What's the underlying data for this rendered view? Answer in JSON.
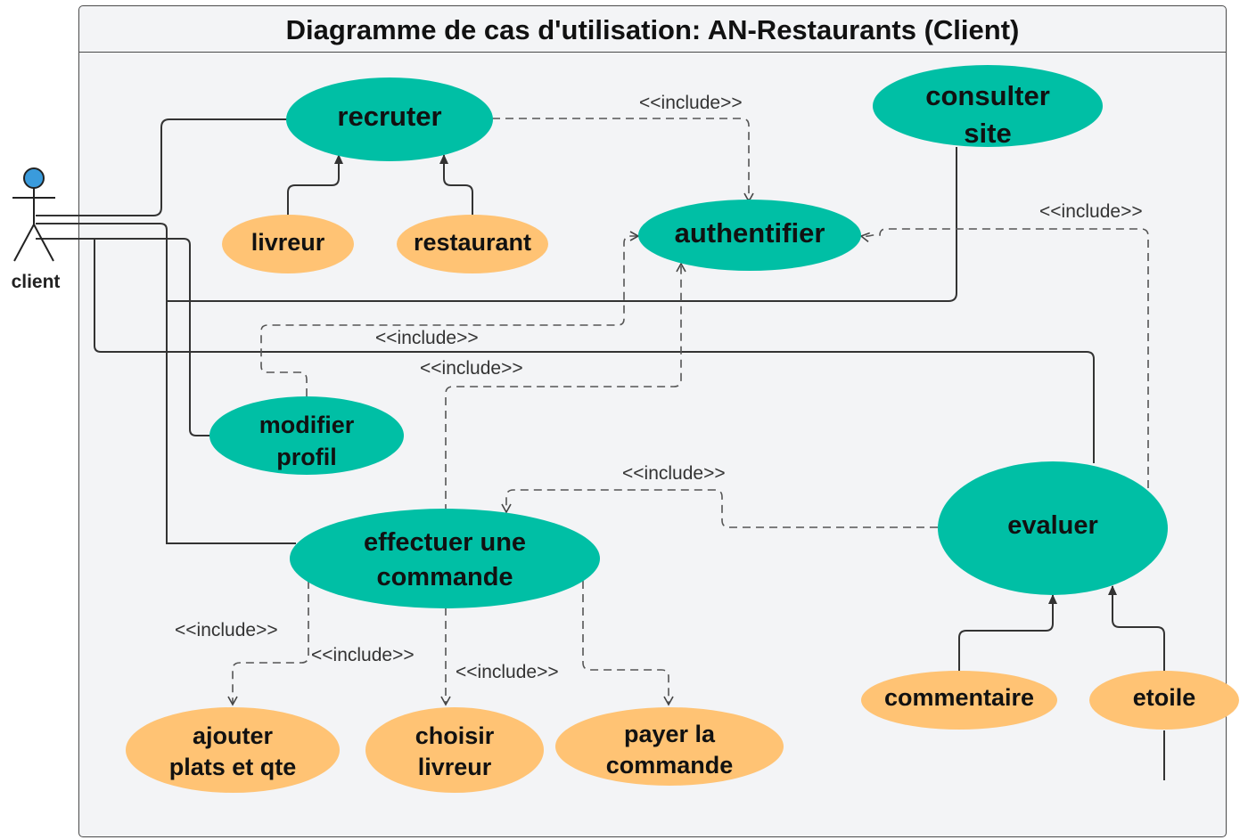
{
  "diagram": {
    "title": "Diagramme de cas d'utilisation: AN-Restaurants (Client)",
    "actor": {
      "label": "client"
    },
    "include_label": "<<include>>",
    "use_cases": {
      "recruter": [
        "recruter"
      ],
      "consulter": [
        "consulter",
        "site"
      ],
      "authentifier": [
        "authentifier"
      ],
      "livreur": [
        "livreur"
      ],
      "restaurant": [
        "restaurant"
      ],
      "modifier": [
        "modifier",
        "profil"
      ],
      "commande": [
        "effectuer une",
        "commande"
      ],
      "evaluer": [
        "evaluer"
      ],
      "commentaire": [
        "commentaire"
      ],
      "etoile": [
        "etoile"
      ],
      "ajouter": [
        "ajouter",
        "plats et qte"
      ],
      "choisir": [
        "choisir",
        "livreur"
      ],
      "payer": [
        "payer la",
        "commande"
      ]
    },
    "colors": {
      "use_case_primary": "#00bfa5",
      "use_case_secondary": "#ffc374",
      "actor_head": "#3a9bdc",
      "frame_background": "#f3f4f6"
    }
  }
}
